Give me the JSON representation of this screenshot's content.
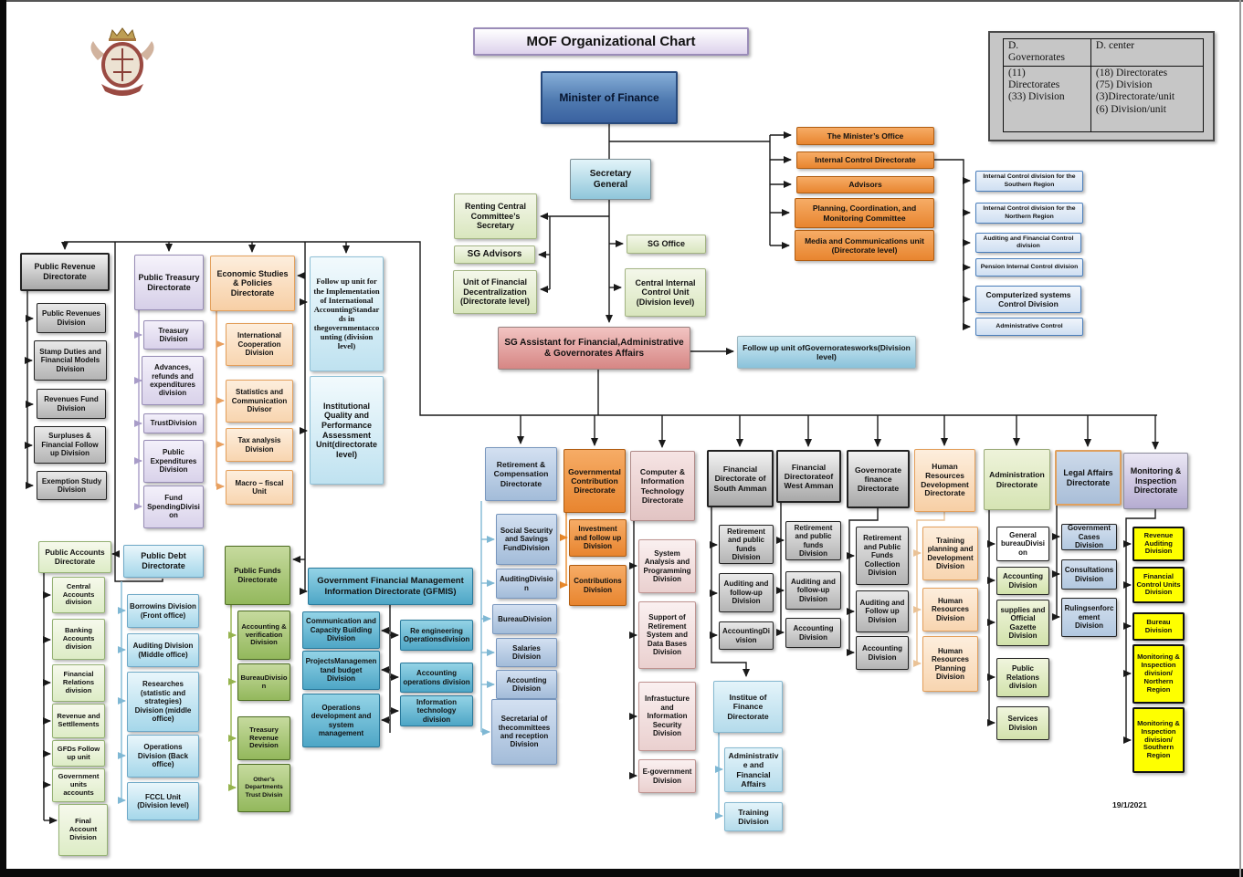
{
  "title": "MOF Organizational Chart",
  "date": "19/1/2021",
  "legend": {
    "col1_header": "D.\nGovernorates",
    "col2_header": "D. center",
    "col1_body": "(11)\nDirectorates\n(33) Division",
    "col2_body": "(18) Directorates\n(75) Division\n(3)Directorate/unit\n(6) Division/unit"
  },
  "top": {
    "minister": "Minister of Finance",
    "secretary": "Secretary General",
    "sg_assistant": "SG Assistant for Financial,Administrative & Governorates Affairs",
    "followup_governorates": "Follow up unit ofGovernoratesworks(Division level)"
  },
  "ministers_office": {
    "items": [
      "The Minister’s Office",
      "Internal Control Directorate",
      "Advisors",
      "Planning, Coordination, and Monitoring Committee",
      "Media and Communications unit (Directorate level)"
    ]
  },
  "internal_control": {
    "items": [
      "Internal Control division for the Southern Region",
      "Internal Control division for the Northern Region",
      "Auditing and Financial Control division",
      "Pension Internal Control division",
      "Computerized systems Control Division",
      "Administrative Control"
    ]
  },
  "sg_group": {
    "renting": "Renting Central Committee’s Secretary",
    "advisors": "SG Advisors",
    "fin_decentralization": "Unit of Financial Decentralization (Directorate level)",
    "sg_office": "SG Office",
    "central_icu": "Central Internal Control Unit (Division level)"
  },
  "units": {
    "followup_ias": "Follow up unit for the Implementation of International AccountingStandards in thegovernmentaccounting (division level)",
    "quality": "Institutional Quality and Performance Assessment Unit(directorate level)"
  },
  "dirs": {
    "public_revenue": {
      "title": "Public Revenue Directorate",
      "children": [
        "Public Revenues Division",
        "Stamp Duties and Financial Models Division",
        "Revenues Fund Division",
        "Surpluses & Financial Follow up Division",
        "Exemption Study Division"
      ]
    },
    "public_treasury": {
      "title": "Public Treasury Directorate",
      "children": [
        "Treasury Division",
        "Advances, refunds and expenditures division",
        "TrustDivision",
        "Public Expenditures Division",
        "Fund SpendingDivision"
      ]
    },
    "economic": {
      "title": "Economic Studies & Policies Directorate",
      "children": [
        "International Cooperation Division",
        "Statistics and Communication Divisor",
        "Tax analysis Division",
        "Macro – fiscal Unit"
      ]
    },
    "public_accounts": {
      "title": "Public Accounts Directorate",
      "children": [
        "Central Accounts division",
        "Banking Accounts division",
        "Financial Relations division",
        "Revenue and Settllements",
        "GFDs Follow up unit",
        "Government units accounts",
        "Final Account Division"
      ]
    },
    "public_debt": {
      "title": "Public Debt Directorate",
      "children": [
        "Borrowins Division (Front office)",
        "Auditing Division (Middle office)",
        "Researches (statistic and strategies) Division (middle office)",
        "Operations Division (Back office)",
        "FCCL Unit (Division level)"
      ]
    },
    "public_funds": {
      "title": "Public Funds Directorate",
      "children": [
        "Accounting & verification Division",
        "BureauDivision",
        "Treasury Revenue Devision",
        "Other's Departments Trust Divisin"
      ]
    },
    "gfmis": {
      "title": "Government Financial Management Information Directorate (GFMIS)",
      "left": [
        "Communication and Capacity Building Division",
        "ProjectsManagementand budget Division",
        "Operations development and system management"
      ],
      "right": [
        "Re engineering Operationsdivision",
        "Accounting operations division",
        "Information technology division"
      ]
    },
    "retirement": {
      "title": "Retirement & Compensation Directorate",
      "children": [
        "Social Security and Savings FundDivision",
        "AuditingDivision",
        "BureauDivision",
        "Salaries Division",
        "Accounting Division",
        "Secretarial of thecommittees and reception Division"
      ]
    },
    "gov_contribution": {
      "title": "Governmental Contribution Directorate",
      "children": [
        "Investment and follow up Division",
        "Contributions Division"
      ]
    },
    "computer": {
      "title": "Computer & Information Technology Directorate",
      "children": [
        "System Analysis and Programming Division",
        "Support of Retirement System and Data Bases Division",
        "Infrastucture and Information Security Division",
        "E-government Division"
      ]
    },
    "fin_south": {
      "title": "Financial Directorate of South Amman",
      "children": [
        "Retirement and public funds Division",
        "Auditing and follow-up Division",
        "AccountingDivision"
      ]
    },
    "fin_west": {
      "title": "Financial Directorateof West Amman",
      "children": [
        "Retirement and public funds Division",
        "Auditing and follow-up Division",
        "Accounting Division"
      ]
    },
    "institute": {
      "title": "Institue of Finance Directorate",
      "children": [
        "Administrative and Financial Affairs",
        "Training Division"
      ]
    },
    "gov_finance": {
      "title": "Governorate finance Directorate",
      "children": [
        "Retirement and Public Funds Collection Division",
        "Auditing and Follow up Division",
        "Accounting Division"
      ]
    },
    "hr": {
      "title": "Human Resources Development Directorate",
      "children": [
        "Training planning and Development Division",
        "Human Resources Division",
        "Human Resources Planning Division"
      ]
    },
    "administration": {
      "title": "Administration Directorate",
      "children": [
        "General bureauDivision",
        "Accounting Division",
        "supplies and Official Gazette Division",
        "Public Relations division",
        "Services Division"
      ]
    },
    "legal": {
      "title": "Legal Affairs Directorate",
      "children": [
        "Government Cases Division",
        "Consultations Division",
        "Rulingsenforcement Division"
      ]
    },
    "monitoring": {
      "title": "Monitoring & Inspection Directorate",
      "children": [
        "Revenue Auditing Division",
        "Financial Control Units Division",
        "Bureau Division",
        "Monitoring & Inspection division/ Northern Region",
        "Monitoring & Inspection division/ Southern Region"
      ]
    }
  }
}
